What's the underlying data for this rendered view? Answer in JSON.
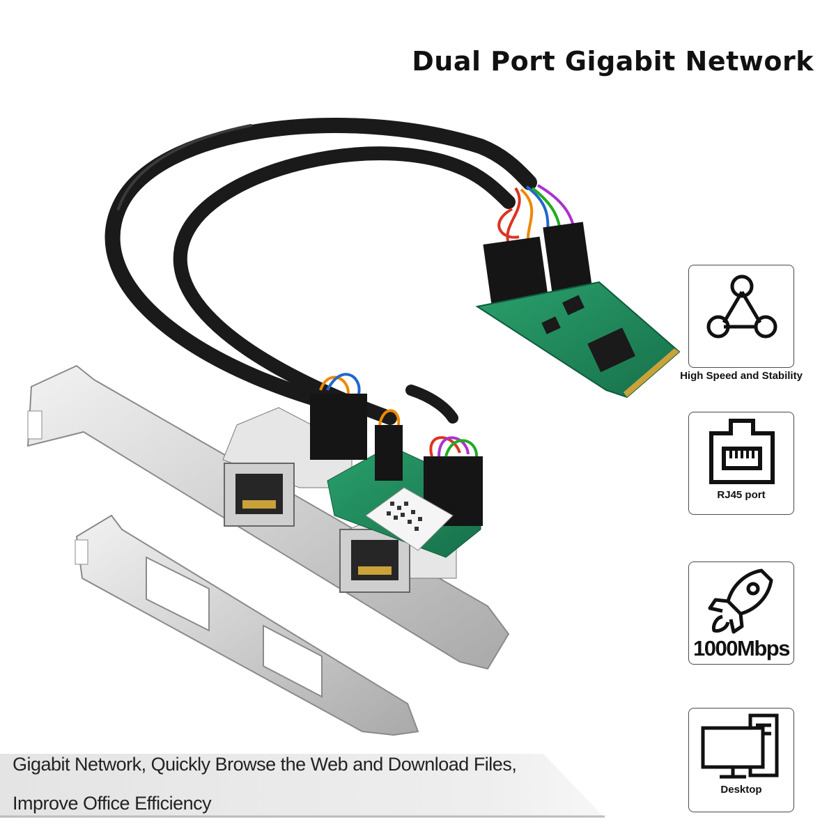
{
  "headline": "Dual Port Gigabit Network",
  "features": [
    {
      "label": "High Speed and Stability",
      "icon": "network-triangle-icon"
    },
    {
      "label": "RJ45 port",
      "icon": "rj45-port-icon"
    },
    {
      "label": "1000Mbps",
      "icon": "rocket-icon"
    },
    {
      "label": "Desktop",
      "icon": "desktop-computer-icon"
    }
  ],
  "caption": {
    "line1": "Gigabit Network, Quickly Browse the Web and Download Files,",
    "line2": "Improve Office Efficiency"
  },
  "colors": {
    "pcb_green": "#1f8a5c",
    "cable_black": "#1a1a1a",
    "bracket_silver": "#d4d4d4",
    "caption_band": "#e6e6e6"
  }
}
